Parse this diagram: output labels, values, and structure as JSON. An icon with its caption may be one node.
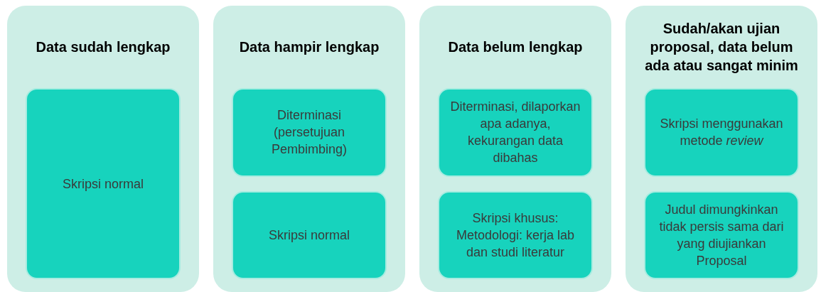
{
  "diagram": {
    "nodes": [
      {
        "text": [
          "Data sudah lengkap"
        ]
      },
      {
        "text": [
          "Skripsi normal"
        ],
        "in": 0
      },
      {
        "text": [
          "Data hampir lengkap"
        ]
      },
      {
        "text": [
          "Diterminasi (persetujuan Pembimbing)"
        ],
        "in": 2
      },
      {
        "text": [
          "Skripsi normal"
        ],
        "in": 2
      },
      {
        "text": [
          "Data belum lengkap"
        ]
      },
      {
        "text": [
          "Diterminasi, dilaporkan apa adanya, kekurangan data dibahas"
        ],
        "in": 5
      },
      {
        "text": [
          "Skripsi khusus: Metodologi: kerja lab dan studi literatur"
        ],
        "in": 5
      },
      {
        "text": [
          "Sudah/akan ujian proposal, data belum ada atau sangat minim"
        ]
      },
      {
        "text": [
          "Skripsi menggunakan metode *review*"
        ],
        "in": 8
      },
      {
        "text": [
          "Judul dimungkinkan tidak persis sama dari yang diujiankan Proposal"
        ],
        "in": 8
      }
    ]
  }
}
